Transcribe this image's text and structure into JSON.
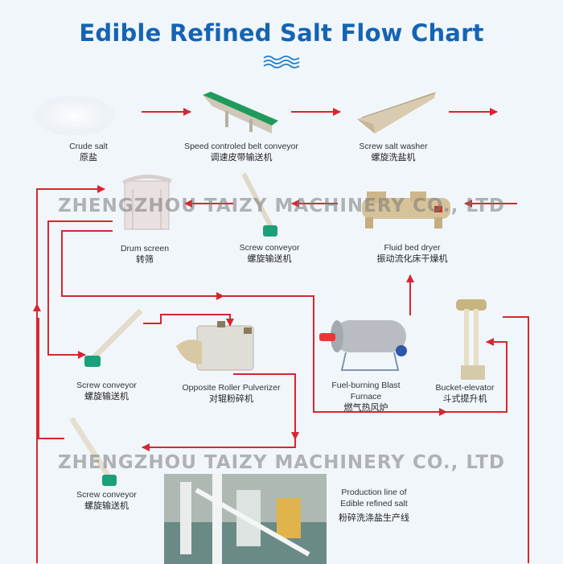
{
  "title": "Edible Refined Salt Flow Chart",
  "watermark": "ZHENGZHOU TAIZY MACHINERY CO., LTD",
  "colors": {
    "title": "#1464b4",
    "arrow": "#d7262f",
    "background": "#f1f6fb"
  },
  "nodes": [
    {
      "id": "crude-salt",
      "en": "Crude salt",
      "cn": "原盐"
    },
    {
      "id": "belt-conveyor",
      "en": "Speed controled belt conveyor",
      "cn": "调速皮带输送机"
    },
    {
      "id": "salt-washer",
      "en": "Screw salt washer",
      "cn": "螺旋洗盐机"
    },
    {
      "id": "drum-screen",
      "en": "Drum screen",
      "cn": "转筛"
    },
    {
      "id": "screw-conveyor-1",
      "en": "Screw conveyor",
      "cn": "螺旋输送机"
    },
    {
      "id": "fluid-bed-dryer",
      "en": "Fluid bed dryer",
      "cn": "振动流化床干燥机"
    },
    {
      "id": "screw-conveyor-2",
      "en": "Screw conveyor",
      "cn": "螺旋输送机"
    },
    {
      "id": "roller-pulverizer",
      "en": "Opposite Roller Pulverizer",
      "cn": "对辊粉碎机"
    },
    {
      "id": "blast-furnace",
      "en": "Fuel-burning Blast",
      "en2": "Furnace",
      "cn": "燃气热风炉"
    },
    {
      "id": "bucket-elevator",
      "en": "Bucket-elevator",
      "cn": "斗式提升机"
    },
    {
      "id": "screw-conveyor-3",
      "en": "Screw conveyor",
      "cn": "螺旋输送机"
    },
    {
      "id": "production-line",
      "en": "Production line of",
      "en2": "Edible refined salt",
      "cn": "粉碎洗涤盐生产线"
    }
  ]
}
